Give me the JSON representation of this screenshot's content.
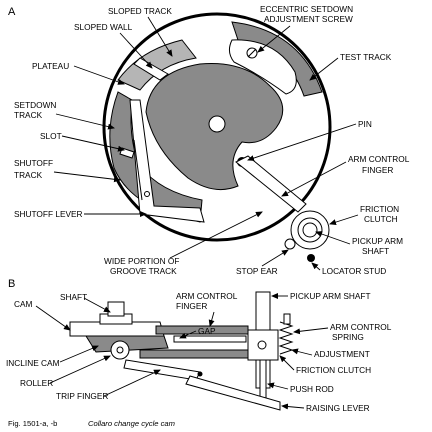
{
  "figure_a": {
    "panel_label": "A",
    "labels": {
      "sloped_track": "SLOPED TRACK",
      "eccentric_1": "ECCENTRIC SETDOWN",
      "eccentric_2": "ADJUSTMENT SCREW",
      "sloped_wall": "SLOPED WALL",
      "test_track": "TEST TRACK",
      "plateau": "PLATEAU",
      "setdown_1": "SETDOWN",
      "setdown_2": "TRACK",
      "pin": "PIN",
      "slot": "SLOT",
      "arm_control_1": "ARM CONTROL",
      "arm_control_2": "FINGER",
      "shutoff_1": "SHUTOFF",
      "shutoff_2": "TRACK",
      "friction_1": "FRICTION",
      "friction_2": "CLUTCH",
      "shutoff_lever": "SHUTOFF LEVER",
      "pickup_1": "PICKUP ARM",
      "pickup_2": "SHAFT",
      "wide_1": "WIDE PORTION OF",
      "wide_2": "GROOVE TRACK",
      "stop_ear": "STOP EAR",
      "locator_stud": "LOCATOR STUD"
    }
  },
  "figure_b": {
    "panel_label": "B",
    "labels": {
      "cam": "CAM",
      "shaft": "SHAFT",
      "arm_control_1": "ARM CONTROL",
      "arm_control_2": "FINGER",
      "pickup_arm_shaft": "PICKUP ARM SHAFT",
      "gap": "GAP",
      "arm_control_spring_1": "ARM CONTROL",
      "arm_control_spring_2": "SPRING",
      "incline_cam": "INCLINE CAM",
      "adjustment": "ADJUSTMENT",
      "friction_clutch": "FRICTION CLUTCH",
      "roller": "ROLLER",
      "trip_finger": "TRIP FINGER",
      "push_rod": "PUSH ROD",
      "raising_lever": "RAISING LEVER"
    }
  },
  "caption": {
    "fig_number": "Fig. 1501-a, -b",
    "title": "Collaro change cycle cam"
  }
}
